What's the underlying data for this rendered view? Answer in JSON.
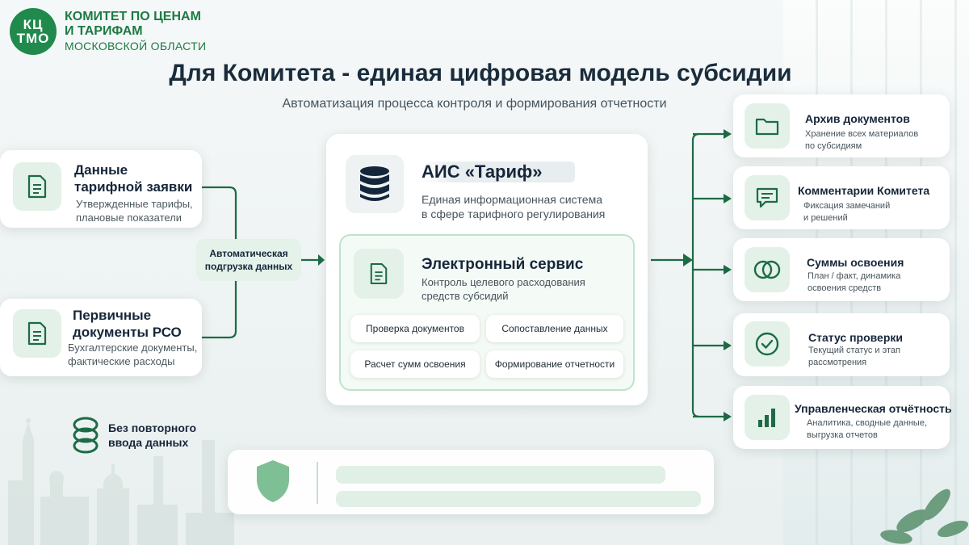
{
  "logo": {
    "mark_top": "КЦ",
    "mark_bottom": "ТМО",
    "line1": "КОМИТЕТ ПО ЦЕНАМ",
    "line2": "И ТАРИФАМ",
    "line3": "МОСКОВСКОЙ ОБЛАСТИ"
  },
  "title": "Для Комитета - единая цифровая модель субсидии",
  "subtitle": "Автоматизация процесса контроля и формирования отчетности",
  "left_cards": [
    {
      "title_line1": "Данные",
      "title_line2": "тарифной заявки",
      "desc_line1": "Утвержденные тарифы,",
      "desc_line2": "плановые показатели",
      "icon": "document-icon"
    },
    {
      "title_line1": "Первичные",
      "title_line2": "документы РСО",
      "desc_line1": "Бухгалтерские документы,",
      "desc_line2": "фактические расходы",
      "icon": "document-icon"
    }
  ],
  "auto_upload": {
    "line1": "Автоматическая",
    "line2": "подгрузка данных"
  },
  "ais": {
    "title": "АИС «Тариф»",
    "desc_line1": "Единая информационная система",
    "desc_line2": "в сфере тарифного регулирования",
    "icon": "database-icon"
  },
  "eservice": {
    "title": "Электронный сервис",
    "desc_line1": "Контроль целевого расходования",
    "desc_line2": "средств субсидий",
    "icon": "document-icon",
    "chips": [
      "Проверка документов",
      "Сопоставление данных",
      "Расчет сумм освоения",
      "Формирование отчетности"
    ]
  },
  "right_cards": [
    {
      "title": "Архив документов",
      "desc_line1": "Хранение всех материалов",
      "desc_line2": "по субсидиям",
      "icon": "folder-icon"
    },
    {
      "title": "Комментарии Комитета",
      "desc_line1": "Фиксация замечаний",
      "desc_line2": "и решений",
      "icon": "comment-icon"
    },
    {
      "title": "Суммы освоения",
      "desc_line1": "План / факт, динамика",
      "desc_line2": "освоения средств",
      "icon": "overlap-circles-icon"
    },
    {
      "title": "Статус проверки",
      "desc_line1": "Текущий статус и этап",
      "desc_line2": "рассмотрения",
      "icon": "check-circle-icon"
    },
    {
      "title": "Управленческая отчётность",
      "desc_line1": "Аналитика, сводные данные,",
      "desc_line2": "выгрузка отчетов",
      "icon": "bar-chart-icon"
    }
  ],
  "no_reentry": {
    "line1": "Без повторного",
    "line2": "ввода данных",
    "icon": "layers-icon"
  },
  "colors": {
    "accent": "#1f8a4c",
    "connector": "#1d6b45",
    "tile": "#e3f1e8"
  }
}
